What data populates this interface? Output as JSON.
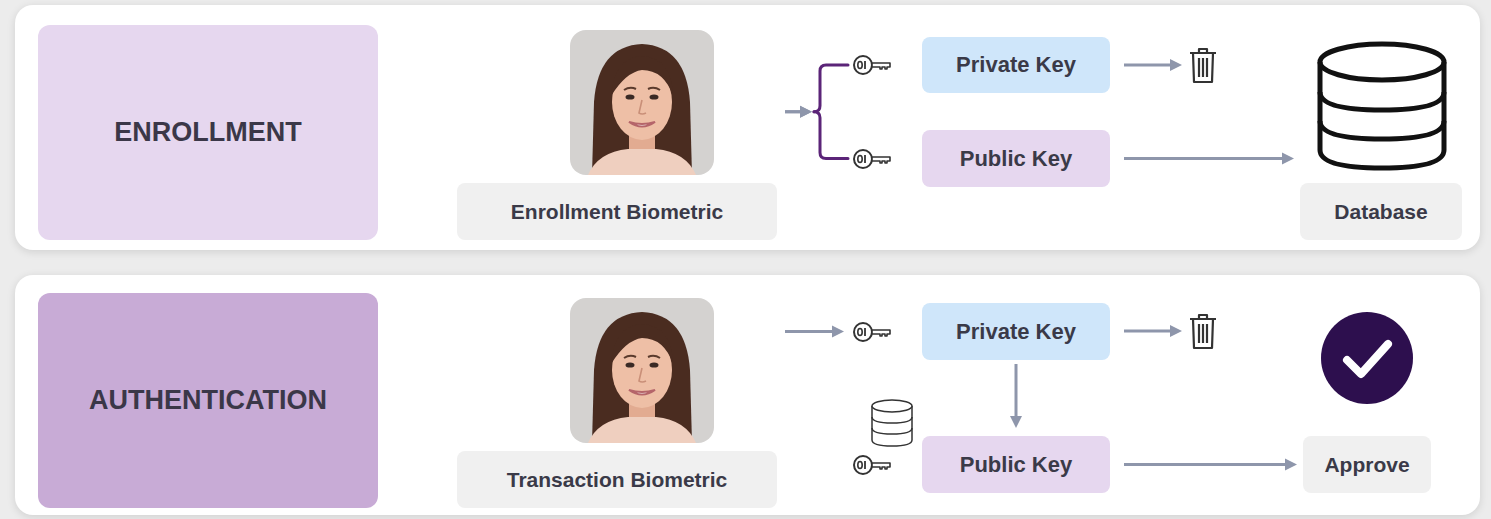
{
  "diagram": {
    "nodes": [
      {
        "text": [
          "ENROLLMENT"
        ]
      },
      {
        "text": [
          "Enrollment Biometric"
        ]
      },
      {
        "text": [
          "Private Key"
        ]
      },
      {
        "text": [
          "Public Key"
        ]
      },
      {
        "text": [
          "Database"
        ]
      },
      {
        "text": [
          "AUTHENTICATION"
        ]
      },
      {
        "text": [
          "Transaction Biometric"
        ]
      },
      {
        "text": [
          "Private Key"
        ]
      },
      {
        "text": [
          "Public Key"
        ]
      },
      {
        "text": [
          "Approve"
        ]
      }
    ],
    "edges": [
      {
        "from": 1,
        "to": 2,
        "arrow": "to"
      },
      {
        "from": 1,
        "to": 3,
        "arrow": "to"
      },
      {
        "from": 3,
        "to": 4,
        "arrow": "to"
      },
      {
        "from": 6,
        "to": 7,
        "arrow": "to"
      },
      {
        "from": 7,
        "to": 8,
        "arrow": "to"
      },
      {
        "from": 8,
        "to": 9,
        "arrow": "to"
      }
    ]
  }
}
